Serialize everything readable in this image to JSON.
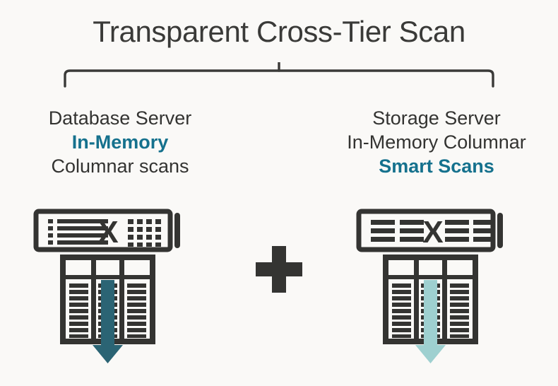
{
  "page": {
    "title": "Transparent Cross-Tier Scan",
    "background_color": "#faf9f7",
    "text_color": "#333331",
    "accent_color": "#15718d",
    "icon_dark_color": "#343432",
    "arrow_dark_teal": "#2b6474",
    "arrow_light_aqua": "#9ed0d0"
  },
  "bracket": {
    "label": "cross-tier-scan-bracket",
    "stroke_color": "#3a3a38"
  },
  "left_column": {
    "lines": [
      {
        "text": "Database Server",
        "accent": false
      },
      {
        "text": "In-Memory",
        "accent": true
      },
      {
        "text": "Columnar scans",
        "accent": false
      }
    ],
    "server_icon": {
      "name": "database-server-bar-icon",
      "glyph": "X",
      "left_pattern": "bulleted-list",
      "right_pattern": "dot-grid",
      "list_rows": 4,
      "grid_cols": 5,
      "grid_rows": 4
    },
    "table_icon": {
      "name": "columnar-table-icon",
      "columns": 3,
      "rows": 9,
      "arrow_color": "#2b6474",
      "arrow_column": 2
    }
  },
  "right_column": {
    "lines": [
      {
        "text": "Storage Server",
        "accent": false
      },
      {
        "text": "In-Memory Columnar",
        "accent": false
      },
      {
        "text": "Smart Scans",
        "accent": true
      }
    ],
    "server_icon": {
      "name": "storage-server-bar-icon",
      "glyph": "X",
      "left_pattern": "short-bars",
      "right_pattern": "short-bars",
      "bar_cols": 2,
      "bar_rows": 3
    },
    "table_icon": {
      "name": "columnar-table-icon",
      "columns": 3,
      "rows": 9,
      "arrow_color": "#9ed0d0",
      "arrow_column": 2
    }
  },
  "center": {
    "operator": "+",
    "name": "plus-operator"
  }
}
